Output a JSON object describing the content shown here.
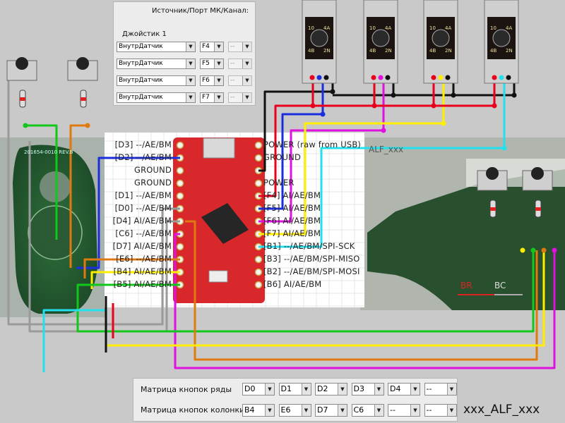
{
  "config_panel": {
    "title": "Источник/Порт МК/Канал:",
    "group_label": "Джойстик 1",
    "rows": [
      {
        "source": "ВнутрДатчик",
        "port": "F4",
        "channel": "--"
      },
      {
        "source": "ВнутрДатчик",
        "port": "F5",
        "channel": "--"
      },
      {
        "source": "ВнутрДатчик",
        "port": "F6",
        "channel": "--"
      },
      {
        "source": "ВнутрДатчик",
        "port": "F7",
        "channel": "--"
      }
    ]
  },
  "matrix_panel": {
    "rows_label": "Матрица кнопок ряды",
    "rows_values": [
      "D0",
      "D1",
      "D2",
      "D3",
      "D4",
      "--"
    ],
    "cols_label": "Матрица кнопок колонки",
    "cols_values": [
      "B4",
      "E6",
      "D7",
      "C6",
      "--",
      "--"
    ]
  },
  "mcu_board": {
    "left_pins": [
      "[D3] --/AE/BM",
      "[D2] --/AE/BM",
      "GROUND",
      "GROUND",
      "[D1] --/AE/BM",
      "[D0] --/AE/BM",
      "[D4] AI/AE/BM",
      "[C6] --/AE/BM",
      "[D7] AI/AE/BM",
      "[E6] --/AE/BM",
      "[B4] AI/AE/BM",
      "[B5] AI/AE/BM"
    ],
    "right_pins": [
      "POWER (raw from USB)",
      "GROUND",
      "",
      "POWER",
      "[F4] AI/AE/BM",
      "[F5] AI/AE/BM",
      "[F6] AI/AE/BM",
      "[F7] AI/AE/BM",
      "[B1] --/AE/BM/SPI-SCK",
      "[B3] --/AE/BM/SPI-MISO",
      "[B2] --/AE/BM/SPI-MOSI",
      "[B6] AI/AE/BM"
    ]
  },
  "potentiometers": [
    {
      "labels": [
        "10",
        "4A",
        "4B",
        "2N"
      ]
    },
    {
      "labels": [
        "10",
        "4A",
        "4B",
        "2N"
      ]
    },
    {
      "labels": [
        "10",
        "4A",
        "4B",
        "2N"
      ]
    },
    {
      "labels": [
        "10",
        "4A",
        "4B",
        "2N"
      ]
    }
  ],
  "pcb_labels": {
    "left_pcb_text": "201654-0010 REV.B",
    "right_title": "ALF_xxx",
    "br": "BR",
    "bc": "BC"
  },
  "caption": "xxx_ALF_xxx",
  "colors": {
    "red": "#e8001c",
    "blue": "#1a2ee0",
    "black": "#111111",
    "magenta": "#e010e0",
    "yellow": "#ffee00",
    "cyan": "#22e0ee",
    "green": "#11c81a",
    "orange": "#e07a10",
    "gray": "#9a9a9a",
    "white": "#ffffff",
    "mcu_red": "#d8282c"
  }
}
